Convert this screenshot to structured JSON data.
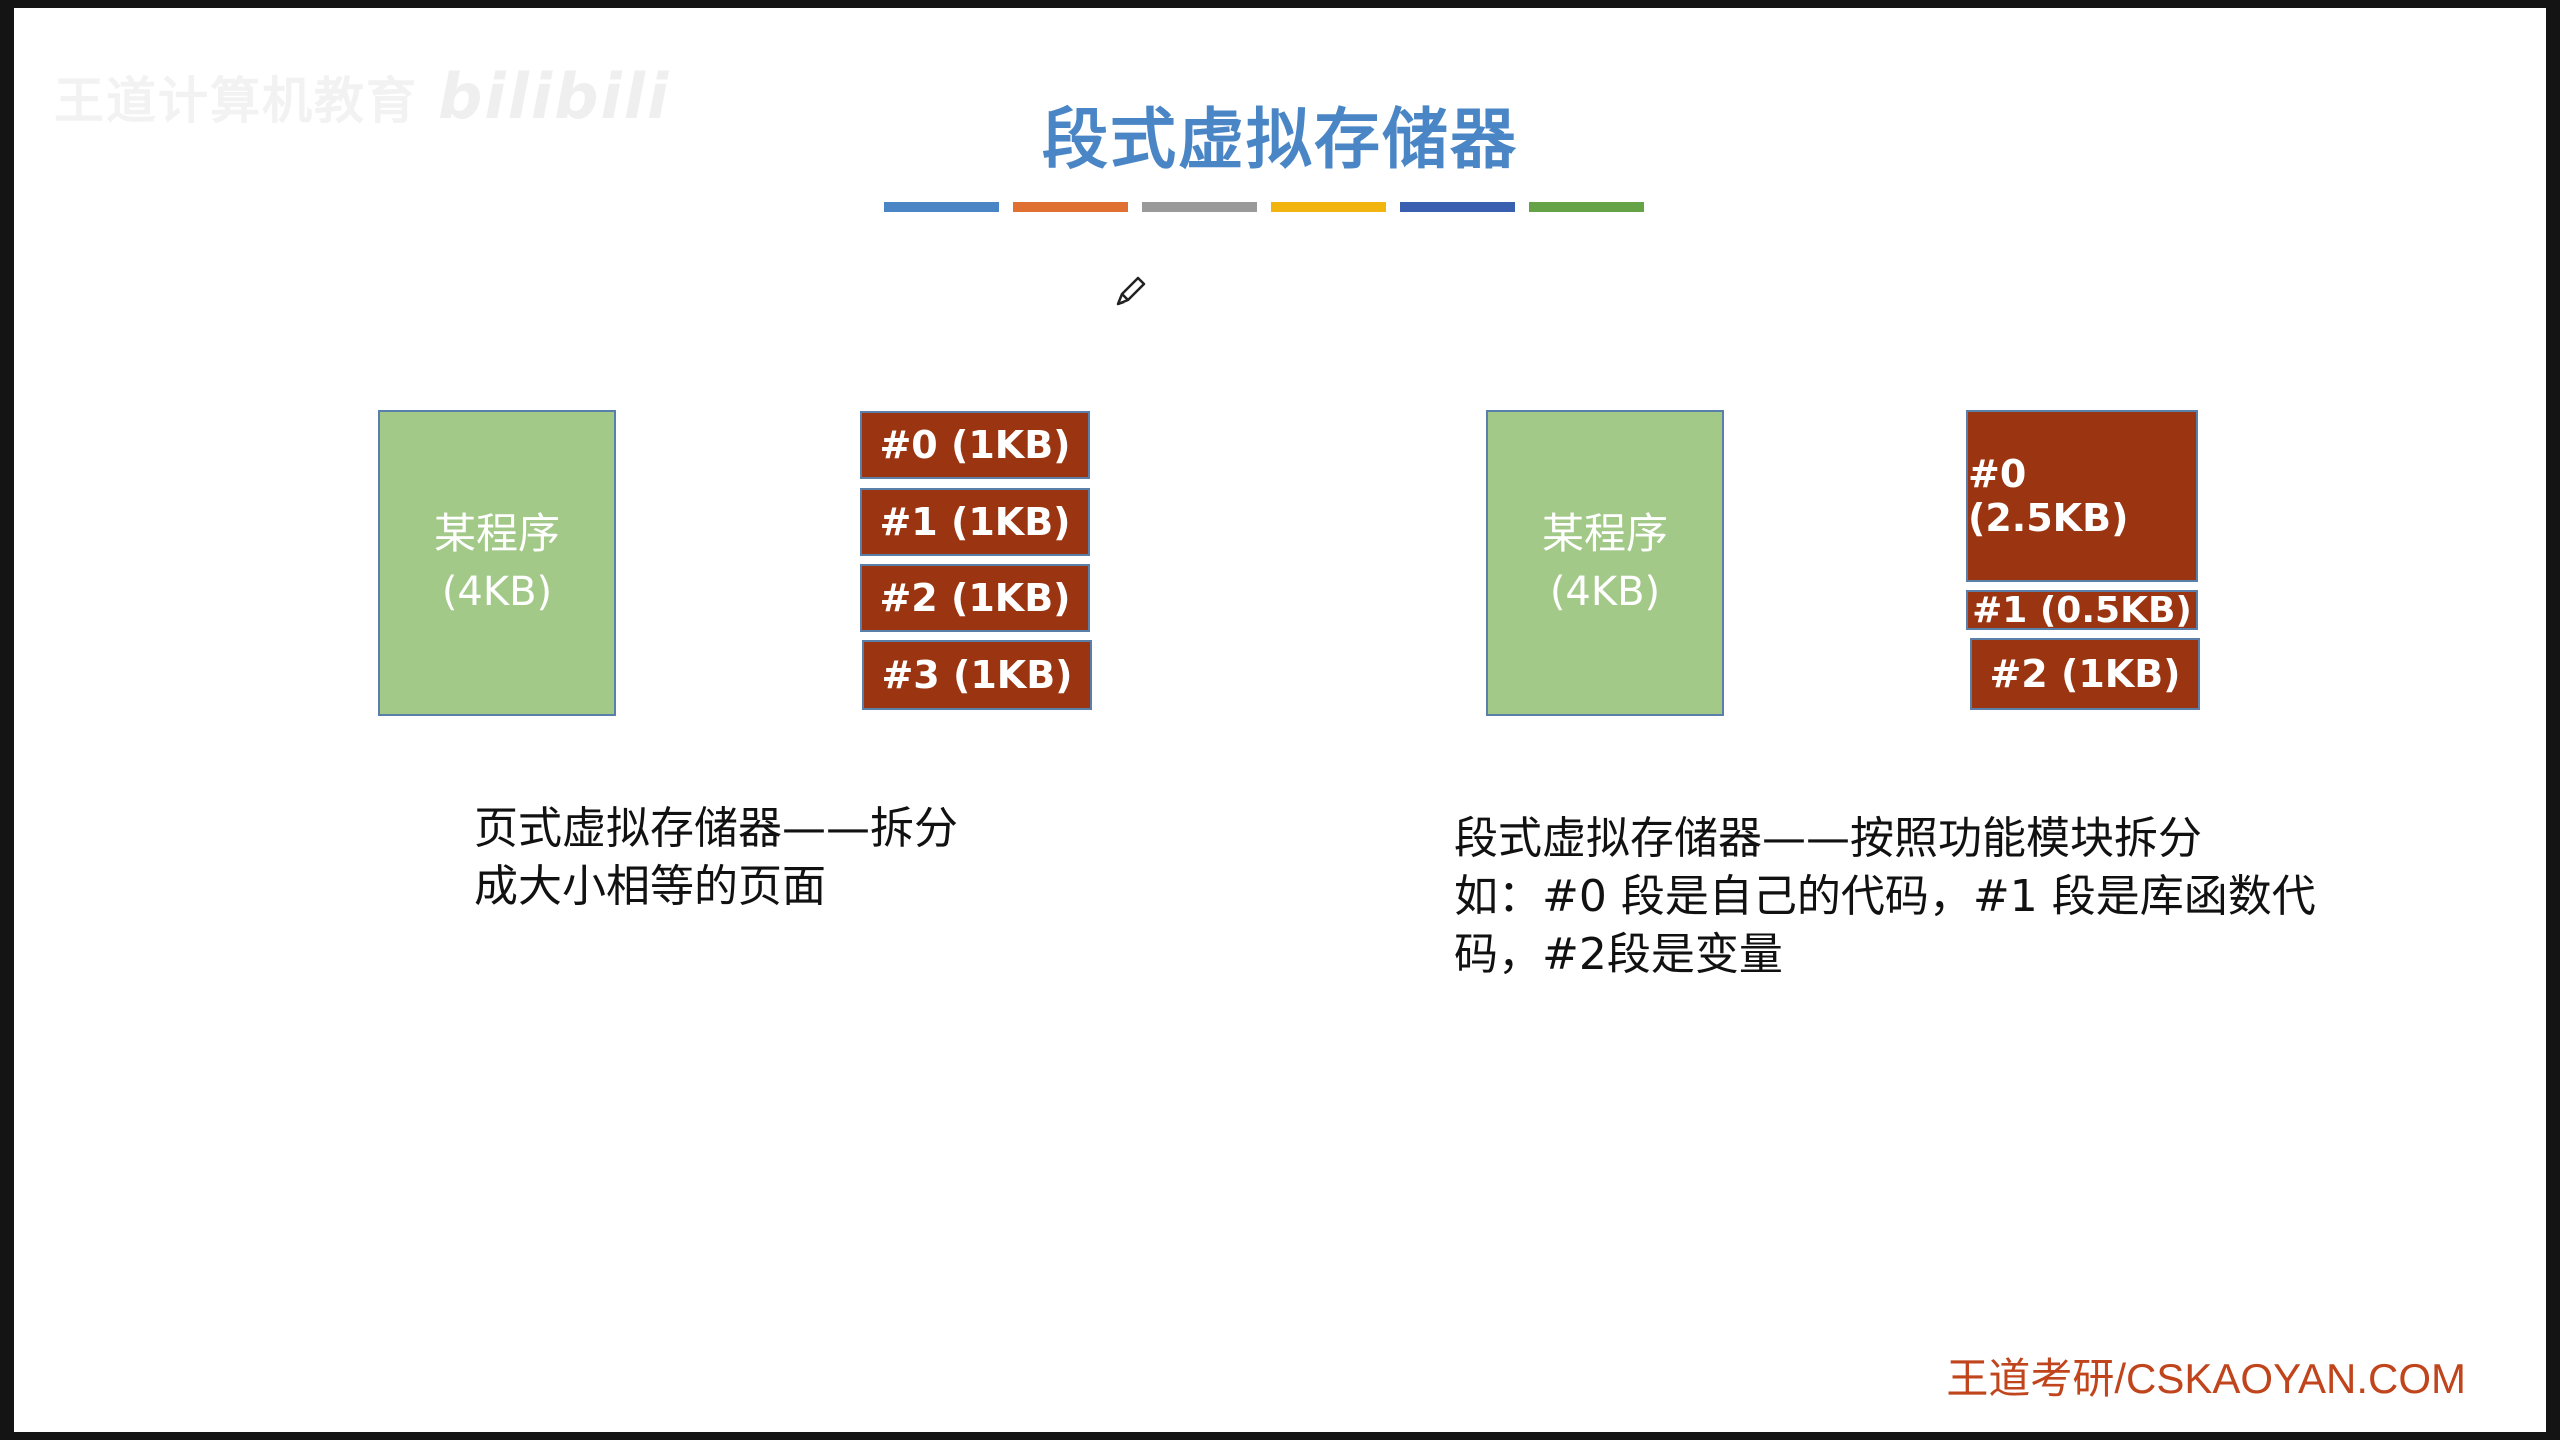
{
  "watermark": {
    "text": "王道计算机教育",
    "brand": "bilibili"
  },
  "slide": {
    "title": "段式虚拟存储器",
    "color_bars": [
      "#4a86c5",
      "#e07032",
      "#9a9a9a",
      "#f2b510",
      "#3b5fb0",
      "#66a346"
    ]
  },
  "left": {
    "program": {
      "line1": "某程序",
      "line2": "(4KB)"
    },
    "pages": [
      "#0 (1KB)",
      "#1 (1KB)",
      "#2 (1KB)",
      "#3 (1KB)"
    ],
    "description": [
      "页式虚拟存储器——拆分",
      "成大小相等的页面"
    ]
  },
  "right": {
    "program": {
      "line1": "某程序",
      "line2": "(4KB)"
    },
    "segments": [
      "#0 (2.5KB)",
      "#1 (0.5KB)",
      "#2 (1KB)"
    ],
    "description": [
      "段式虚拟存储器——按照功能模块拆分",
      "如：#0 段是自己的代码，#1 段是库函数代",
      "码，#2段是变量"
    ]
  },
  "footer": {
    "text": "王道考研/CSKAOYAN.COM"
  },
  "icons": {
    "annotation_tool": "pencil-icon"
  }
}
